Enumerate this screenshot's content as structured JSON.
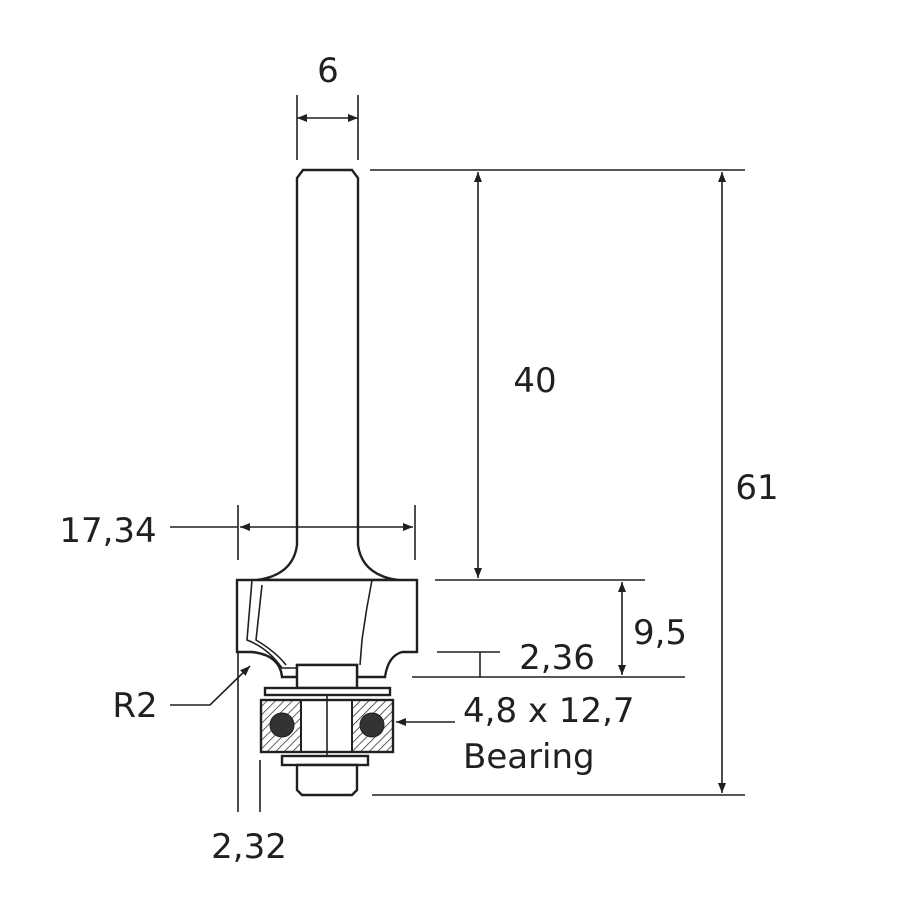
{
  "dimensions": {
    "shank_diameter": "6",
    "cutting_length": "40",
    "overall_length": "61",
    "cutting_diameter": "17,34",
    "cutting_height": "9,5",
    "step_height": "2,36",
    "radius": "R2",
    "bearing_size": "4,8 x 12,7",
    "bearing_label": "Bearing",
    "offset": "2,32"
  }
}
